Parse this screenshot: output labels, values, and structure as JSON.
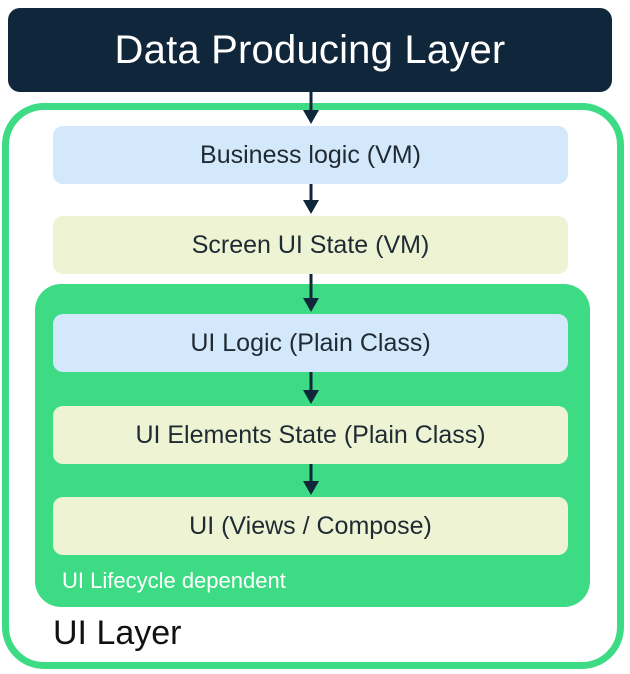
{
  "diagram": {
    "data_layer": {
      "label": "Data Producing Layer"
    },
    "ui_layer": {
      "label": "UI Layer"
    },
    "lifecycle": {
      "label": "UI Lifecycle dependent"
    },
    "boxes": [
      {
        "label": "Business logic (VM)"
      },
      {
        "label": "Screen UI State (VM)"
      },
      {
        "label": "UI Logic (Plain Class)"
      },
      {
        "label": "UI Elements State (Plain Class)"
      },
      {
        "label": "UI (Views / Compose)"
      }
    ],
    "colors": {
      "dark": "#10263a",
      "green": "#3ddc84",
      "blue_box": "#d4e8fb",
      "yellow_box": "#eef4d3",
      "arrow": "#10263a"
    }
  }
}
